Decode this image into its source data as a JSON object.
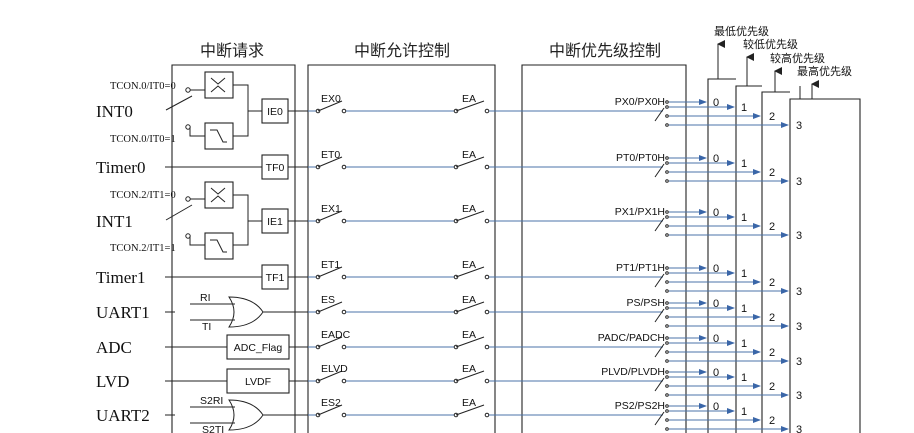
{
  "titles": {
    "request": "中断请求",
    "enable": "中断允许控制",
    "priority": "中断优先级控制"
  },
  "priority_levels": [
    "最低优先级",
    "较低优先级",
    "较高优先级",
    "最高优先级"
  ],
  "tcon_labels": {
    "int0_it0": "TCON.0/IT0=0",
    "int0_it1": "TCON.0/IT0=1",
    "int1_it0": "TCON.2/IT1=0",
    "int1_it1": "TCON.2/IT1=1"
  },
  "rows": [
    {
      "source": "INT0",
      "flag": "IE0",
      "enable": "EX0",
      "global": "EA",
      "priority": "PX0/PX0H"
    },
    {
      "source": "Timer0",
      "flag": "TF0",
      "enable": "ET0",
      "global": "EA",
      "priority": "PT0/PT0H"
    },
    {
      "source": "INT1",
      "flag": "IE1",
      "enable": "EX1",
      "global": "EA",
      "priority": "PX1/PX1H"
    },
    {
      "source": "Timer1",
      "flag": "TF1",
      "enable": "ET1",
      "global": "EA",
      "priority": "PT1/PT1H"
    },
    {
      "source": "UART1",
      "flag": "",
      "gate_in": [
        "RI",
        "TI"
      ],
      "enable": "ES",
      "global": "EA",
      "priority": "PS/PSH"
    },
    {
      "source": "ADC",
      "flag": "ADC_Flag",
      "enable": "EADC",
      "global": "EA",
      "priority": "PADC/PADCH"
    },
    {
      "source": "LVD",
      "flag": "LVDF",
      "enable": "ELVD",
      "global": "EA",
      "priority": "PLVD/PLVDH"
    },
    {
      "source": "UART2",
      "flag": "",
      "gate_in": [
        "S2RI",
        "S2TI"
      ],
      "enable": "ES2",
      "global": "EA",
      "priority": "PS2/PS2H"
    }
  ],
  "level_numbers": [
    "0",
    "1",
    "2",
    "3"
  ]
}
